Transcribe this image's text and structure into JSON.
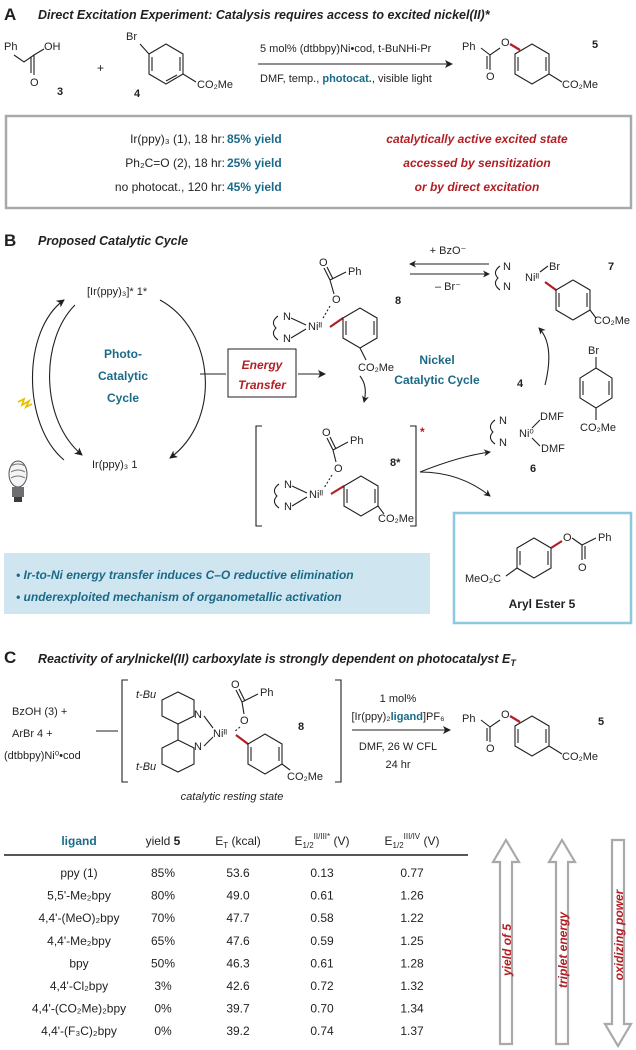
{
  "panel_a": {
    "letter": "A",
    "title": "Direct Excitation Experiment: Catalysis requires access to excited nickel(II)*",
    "reactant_acid_label": "3",
    "reactant_bromide_label": "4",
    "product_label": "5",
    "plus": "+",
    "atom_oh": "OH",
    "atom_br": "Br",
    "atom_co2me": "CO₂Me",
    "atom_o": "O",
    "atom_ph": "Ph",
    "conditions_line1": "5 mol% (dtbbpy)Ni•cod, t-BuNHi-Pr",
    "conditions_line2_a": "DMF, temp., ",
    "conditions_line2_b": "photocat.",
    "conditions_line2_c": ", visible light",
    "results": [
      {
        "condition": "Ir(ppy)₃ (1), 18 hr: ",
        "yield": "85% yield"
      },
      {
        "condition": "Ph₂C=O (2), 18 hr: ",
        "yield": "25% yield"
      },
      {
        "condition": "no photocat., 120 hr: ",
        "yield": "45% yield"
      }
    ],
    "conclusions": [
      "catalytically active excited state",
      "accessed by sensitization",
      "or by direct excitation"
    ]
  },
  "panel_b": {
    "letter": "B",
    "title": "Proposed Catalytic Cycle",
    "ir_excited": "[Ir(ppy)₃]* 1*",
    "ir_ground": "Ir(ppy)₃ 1",
    "photo_cycle": [
      "Photo-",
      "Catalytic",
      "Cycle"
    ],
    "energy_transfer": [
      "Energy",
      "Transfer"
    ],
    "nickel_cycle": [
      "Nickel",
      "Catalytic Cycle"
    ],
    "bzo_plus": "+ BzO⁻",
    "br_minus": "– Br⁻",
    "label_8": "8",
    "label_7": "7",
    "label_8star": "8*",
    "label_6": "6",
    "label_4": "4",
    "star": "*",
    "ni2": "Niᴵᴵ",
    "ni0": "Ni⁰",
    "atom_n": "N",
    "atom_o": "O",
    "atom_ph": "Ph",
    "atom_br": "Br",
    "atom_dmf": "DMF",
    "atom_co2me": "CO₂Me",
    "atom_meo2c": "MeO₂C",
    "product_box_title": "Aryl Ester 5",
    "bullets": [
      "• Ir-to-Ni energy transfer induces C–O reductive elimination",
      "• underexploited mechanism of organometallic activation"
    ]
  },
  "panel_c": {
    "letter": "C",
    "title": "Reactivity of arylnickel(II) carboxylate is strongly dependent on photocatalyst E",
    "title_sub": "T",
    "reagents": [
      "BzOH (3) +",
      "ArBr 4 +",
      "(dtbbpy)Ni⁰•cod"
    ],
    "tbu": "t-Bu",
    "resting_label": "8",
    "resting_state": "catalytic resting state",
    "cond_1": "1 mol%",
    "cond_2a": "[Ir(ppy)₂",
    "cond_2b": "ligand",
    "cond_2c": "]PF₆",
    "cond_3": "DMF, 26 W CFL",
    "cond_4": "24 hr",
    "product_label": "5",
    "table": {
      "headers": [
        "ligand",
        "yield 5",
        "E_T (kcal)",
        "E_1/2^II/III* (V)",
        "E_1/2^III/IV (V)"
      ],
      "rows": [
        [
          "ppy (1)",
          "85%",
          "53.6",
          "0.13",
          "0.77"
        ],
        [
          "5,5'-Me₂bpy",
          "80%",
          "49.0",
          "0.61",
          "1.26"
        ],
        [
          "4,4'-(MeO)₂bpy",
          "70%",
          "47.7",
          "0.58",
          "1.22"
        ],
        [
          "4,4'-Me₂bpy",
          "65%",
          "47.6",
          "0.59",
          "1.25"
        ],
        [
          "bpy",
          "50%",
          "46.3",
          "0.61",
          "1.28"
        ],
        [
          "4,4'-Cl₂bpy",
          "3%",
          "42.6",
          "0.72",
          "1.32"
        ],
        [
          "4,4'-(CO₂Me)₂bpy",
          "0%",
          "39.7",
          "0.70",
          "1.34"
        ],
        [
          "4,4'-(F₃C)₂bpy",
          "0%",
          "39.2",
          "0.74",
          "1.37"
        ]
      ]
    },
    "trend_arrows": [
      "yield of 5",
      "triplet energy",
      "oxidizing power"
    ]
  },
  "colors": {
    "blue_text": "#1b6a88",
    "red_text": "#b11e23",
    "box_gray": "#a7a9ac",
    "light_blue_fill": "#cfe6f1",
    "product_box_border": "#8ec8df"
  }
}
